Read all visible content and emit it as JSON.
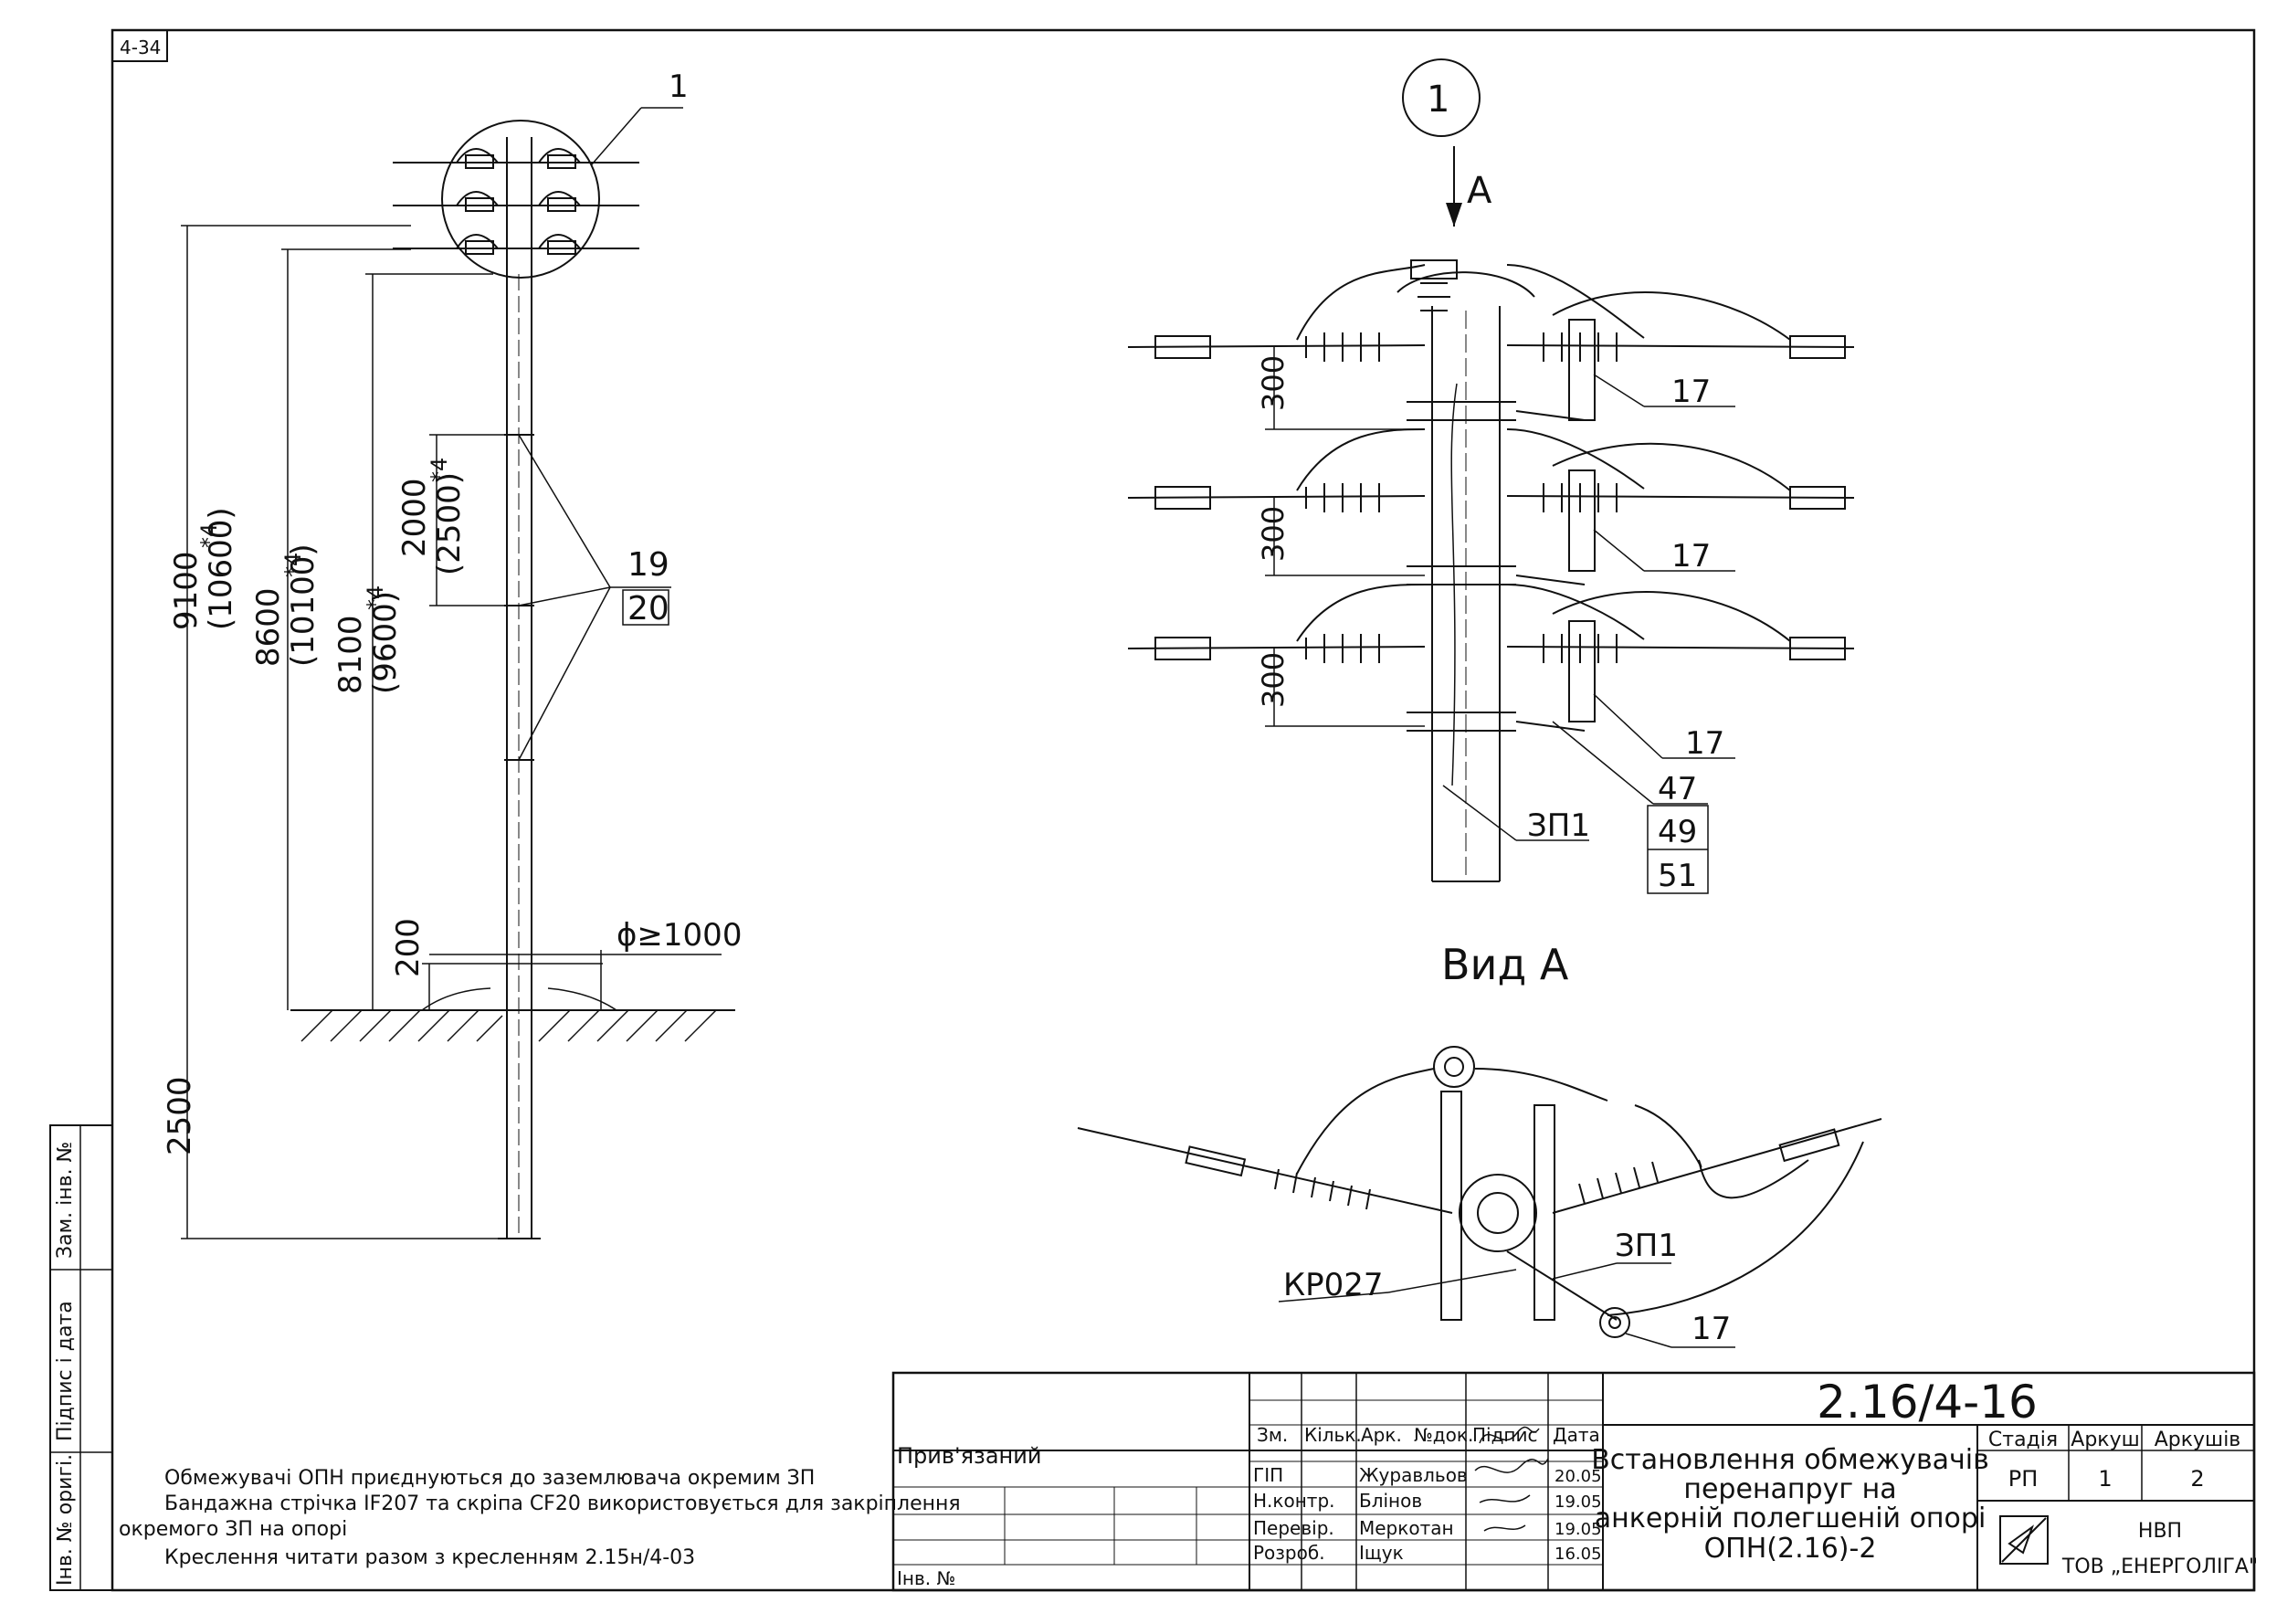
{
  "sheet": {
    "corner_code": "4-34",
    "drawing_number": "2.16/4-16",
    "title_lines": [
      "Встановлення обмежувачів",
      "перенапруг на",
      "анкерній полегшеній опорі",
      "ОПН(2.16)-2"
    ],
    "stage_header": "Стадія",
    "sheet_header": "Аркуш",
    "sheets_header": "Аркушів",
    "stage": "РП",
    "sheet_no": "1",
    "sheets_total": "2",
    "company_lines": [
      "НВП",
      "ТОВ „ЕНЕРГОЛІГА\""
    ],
    "bound_label": "Прив'язаний",
    "inv_label": "Інв. №",
    "side_labels": [
      "Зам. інв. №",
      "Підпис і дата",
      "Інв. № оригі."
    ]
  },
  "signatures": {
    "headers": [
      "Зм.",
      "Кільк.",
      "Арк.",
      "№док.",
      "Підпис",
      "Дата"
    ],
    "rows": [
      {
        "role": "ГІП",
        "name": "Журавльов",
        "date": "20.05"
      },
      {
        "role": "Н.контр.",
        "name": "Блінов",
        "date": "19.05"
      },
      {
        "role": "Перевір.",
        "name": "Меркотан",
        "date": "19.05"
      },
      {
        "role": "Розроб.",
        "name": "Іщук",
        "date": "16.05"
      }
    ]
  },
  "notes": [
    "Обмежувачі ОПН приєднуються до заземлювача окремим ЗП",
    "Бандажна стрічка IF207 та скріпа CF20 використовується для закріплення",
    "окремого ЗП на опорі",
    "Креслення читати разом з кресленням 2.15н/4-03"
  ],
  "pole_view": {
    "callout": "1",
    "dims": {
      "d9100": "9100",
      "d10600": "(10600)",
      "d8600": "8600",
      "d10100": "(10100)",
      "d8100": "8100",
      "d9600": "(9600)",
      "d2000": "2000",
      "d2500b": "(2500)",
      "d200": "200",
      "d2500": "2500",
      "star4": "*4",
      "diam": "ϕ≥1000"
    },
    "ref19": "19",
    "ref20": "20"
  },
  "detail_view": {
    "callout": "1",
    "arrow_label": "А",
    "dim300": "300",
    "refs": {
      "r17": "17",
      "r47": "47",
      "r49": "49",
      "r51": "51",
      "zp1": "ЗП1"
    },
    "view_title": "Вид А"
  },
  "plan_view": {
    "kp027": "КР027",
    "zp1": "ЗП1",
    "r17": "17"
  }
}
